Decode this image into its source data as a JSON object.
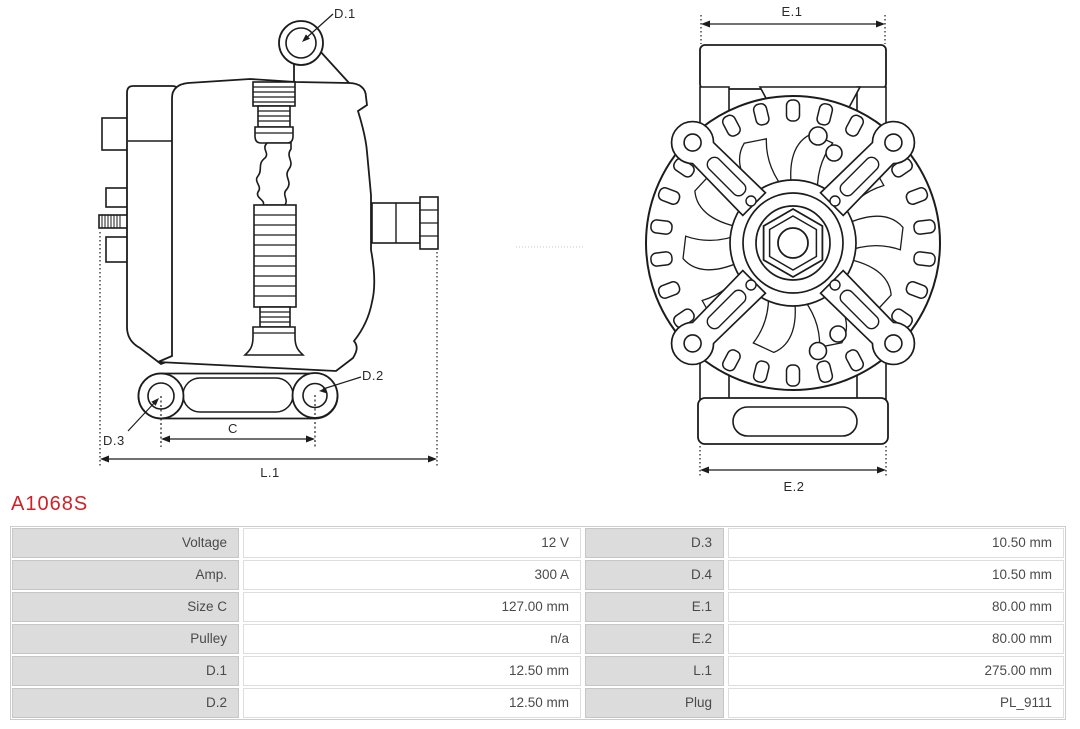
{
  "part": {
    "number": "A1068S",
    "number_color": "#cf2127"
  },
  "diagram": {
    "line_color": "#1c1c1c",
    "side_view": {
      "labels": {
        "d1": "D.1",
        "d2": "D.2",
        "d3": "D.3",
        "c": "C",
        "l1": "L.1"
      }
    },
    "front_view": {
      "labels": {
        "e1": "E.1",
        "e2": "E.2"
      }
    }
  },
  "spec_table": {
    "label_bg": "#dcdcdc",
    "text_color": "#4a4a4a",
    "rows_left": [
      {
        "label": "Voltage",
        "value": "12 V"
      },
      {
        "label": "Amp.",
        "value": "300 A"
      },
      {
        "label": "Size C",
        "value": "127.00 mm"
      },
      {
        "label": "Pulley",
        "value": "n/a"
      },
      {
        "label": "D.1",
        "value": "12.50 mm"
      },
      {
        "label": "D.2",
        "value": "12.50 mm"
      }
    ],
    "rows_right": [
      {
        "label": "D.3",
        "value": "10.50 mm"
      },
      {
        "label": "D.4",
        "value": "10.50 mm"
      },
      {
        "label": "E.1",
        "value": "80.00 mm"
      },
      {
        "label": "E.2",
        "value": "80.00 mm"
      },
      {
        "label": "L.1",
        "value": "275.00 mm"
      },
      {
        "label": "Plug",
        "value": "PL_9111"
      }
    ]
  }
}
